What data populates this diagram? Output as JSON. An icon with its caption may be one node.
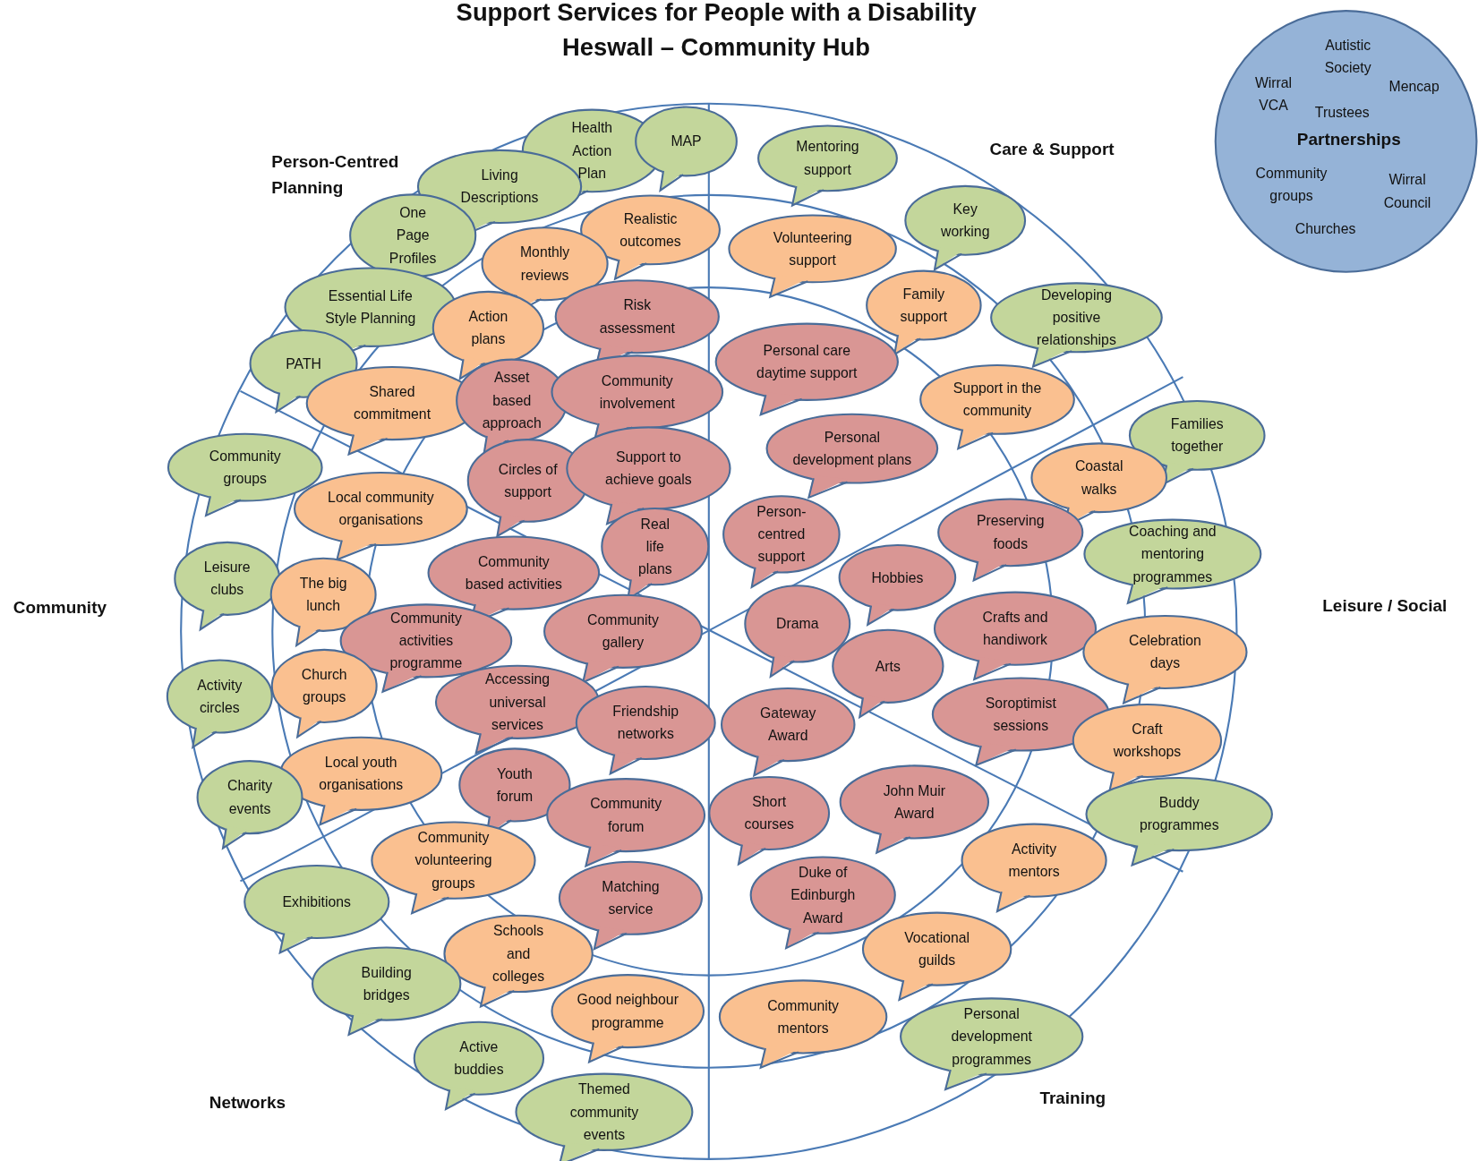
{
  "diagram": {
    "title": "Support Services for People with a Disability",
    "nodes": [
      {
        "text": [
          "Health Action Plan"
        ]
      },
      {
        "text": [
          "MAP"
        ]
      },
      {
        "text": [
          "Living Descriptions"
        ]
      },
      {
        "text": [
          "One Page Profiles"
        ]
      },
      {
        "text": [
          "Essential Life Style Planning"
        ]
      },
      {
        "text": [
          "PATH"
        ]
      },
      {
        "text": [
          "Realistic outcomes"
        ]
      },
      {
        "text": [
          "Monthly reviews"
        ]
      },
      {
        "text": [
          "Action plans"
        ]
      },
      {
        "text": [
          "Shared commitment"
        ]
      },
      {
        "text": [
          "Risk assessment"
        ]
      },
      {
        "text": [
          "Asset based approach"
        ]
      },
      {
        "text": [
          "Community involvement"
        ]
      },
      {
        "text": [
          "Circles of support"
        ]
      },
      {
        "text": [
          "Support to achieve goals"
        ]
      },
      {
        "text": [
          "Real life plans"
        ]
      },
      {
        "text": [
          "Mentoring support"
        ]
      },
      {
        "text": [
          "Key working"
        ]
      },
      {
        "text": [
          "Volunteering support"
        ]
      },
      {
        "text": [
          "Family support"
        ]
      },
      {
        "text": [
          "Developing positive relationships"
        ]
      },
      {
        "text": [
          "Personal care daytime support"
        ]
      },
      {
        "text": [
          "Support in the community"
        ]
      },
      {
        "text": [
          "Personal development plans"
        ]
      },
      {
        "text": [
          "Person-centred support"
        ]
      },
      {
        "text": [
          "Families together"
        ]
      },
      {
        "text": [
          "Coastal walks"
        ]
      },
      {
        "text": [
          "Preserving foods"
        ]
      },
      {
        "text": [
          "Coaching and mentoring programmes"
        ]
      },
      {
        "text": [
          "Hobbies"
        ]
      },
      {
        "text": [
          "Drama"
        ]
      },
      {
        "text": [
          "Crafts and handiwork"
        ]
      },
      {
        "text": [
          "Celebration days"
        ]
      },
      {
        "text": [
          "Arts"
        ]
      },
      {
        "text": [
          "Soroptimist sessions"
        ]
      },
      {
        "text": [
          "Craft workshops"
        ]
      },
      {
        "text": [
          "Community groups"
        ]
      },
      {
        "text": [
          "Local community organisations"
        ]
      },
      {
        "text": [
          "Community based activities"
        ]
      },
      {
        "text": [
          "Leisure clubs"
        ]
      },
      {
        "text": [
          "The big lunch"
        ]
      },
      {
        "text": [
          "Community activities programme"
        ]
      },
      {
        "text": [
          "Community gallery"
        ]
      },
      {
        "text": [
          "Activity circles"
        ]
      },
      {
        "text": [
          "Church groups"
        ]
      },
      {
        "text": [
          "Accessing universal services"
        ]
      },
      {
        "text": [
          "Friendship networks"
        ]
      },
      {
        "text": [
          "Local youth organisations"
        ]
      },
      {
        "text": [
          "Charity events"
        ]
      },
      {
        "text": [
          "Youth forum"
        ]
      },
      {
        "text": [
          "Community forum"
        ]
      },
      {
        "text": [
          "Community volunteering groups"
        ]
      },
      {
        "text": [
          "Exhibitions"
        ]
      },
      {
        "text": [
          "Matching service"
        ]
      },
      {
        "text": [
          "Schools and colleges"
        ]
      },
      {
        "text": [
          "Building bridges"
        ]
      },
      {
        "text": [
          "Good neighbour programme"
        ]
      },
      {
        "text": [
          "Active buddies"
        ]
      },
      {
        "text": [
          "Themed community events"
        ]
      },
      {
        "text": [
          "Gateway Award"
        ]
      },
      {
        "text": [
          "Short courses"
        ]
      },
      {
        "text": [
          "John Muir Award"
        ]
      },
      {
        "text": [
          "Buddy programmes"
        ]
      },
      {
        "text": [
          "Duke of Edinburgh Award"
        ]
      },
      {
        "text": [
          "Activity mentors"
        ]
      },
      {
        "text": [
          "Vocational guilds"
        ]
      },
      {
        "text": [
          "Community mentors"
        ]
      },
      {
        "text": [
          "Personal development programmes"
        ]
      },
      {
        "text": [
          "Autistic Society",
          "Wirral VCA",
          "Mencap",
          "Trustees",
          "Partnerships",
          "Community groups",
          "Wirral Council",
          "Churches"
        ]
      }
    ],
    "edges": [],
    "labels": [
      "Heswall – Community Hub",
      "Person-Centred Planning",
      "Care & Support",
      "Community",
      "Leisure / Social",
      "Networks",
      "Training"
    ]
  }
}
